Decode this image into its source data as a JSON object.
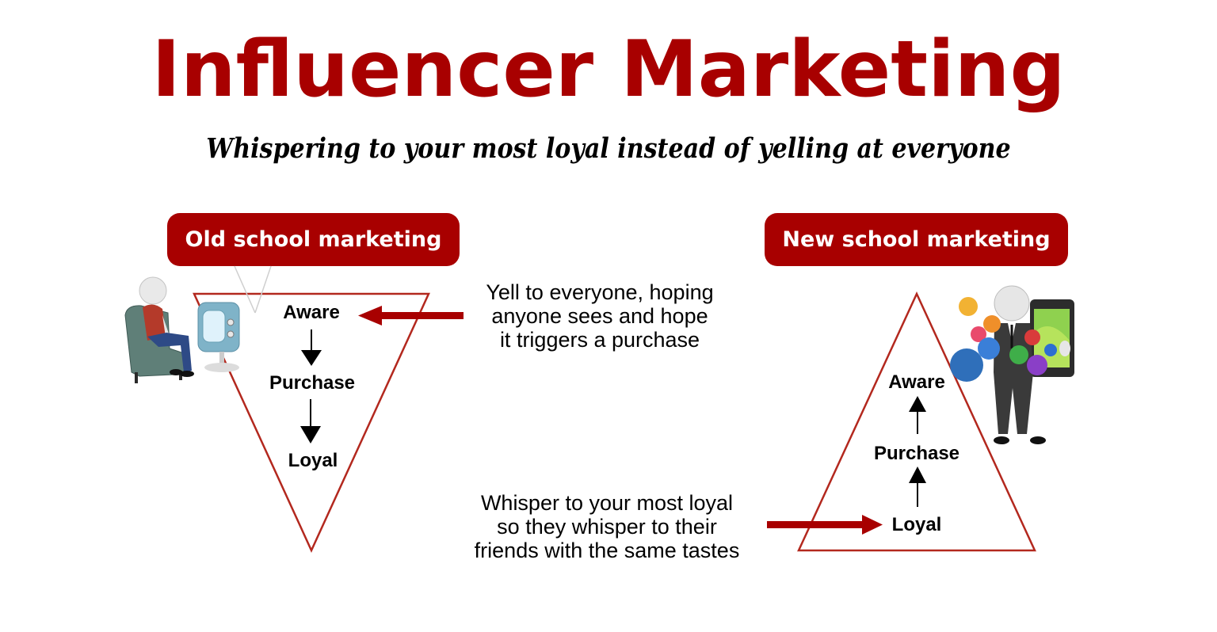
{
  "header": {
    "title": "Influencer Marketing",
    "subtitle": "Whispering to your most loyal instead of yelling at everyone"
  },
  "colors": {
    "accent": "#a80000",
    "triangle_stroke": "#b3281e",
    "text": "#000000",
    "background": "#ffffff"
  },
  "old_school": {
    "label": "Old school marketing",
    "shape": "inverted-triangle",
    "stages": [
      "Aware",
      "Purchase",
      "Loyal"
    ],
    "flow_direction": "down",
    "caption_lines": [
      "Yell to everyone, hoping",
      "anyone sees and hope",
      "it triggers a purchase"
    ],
    "caption_arrow_target": "Aware",
    "illustration": "person-in-armchair-watching-tv"
  },
  "new_school": {
    "label": "New school marketing",
    "shape": "triangle",
    "stages": [
      "Aware",
      "Purchase",
      "Loyal"
    ],
    "flow_direction": "up",
    "caption_lines": [
      "Whisper to your most loyal",
      "so they whisper to their",
      "friends with the same tastes"
    ],
    "caption_arrow_target": "Loyal",
    "illustration": "businessman-with-smartphone-and-social-icons"
  }
}
